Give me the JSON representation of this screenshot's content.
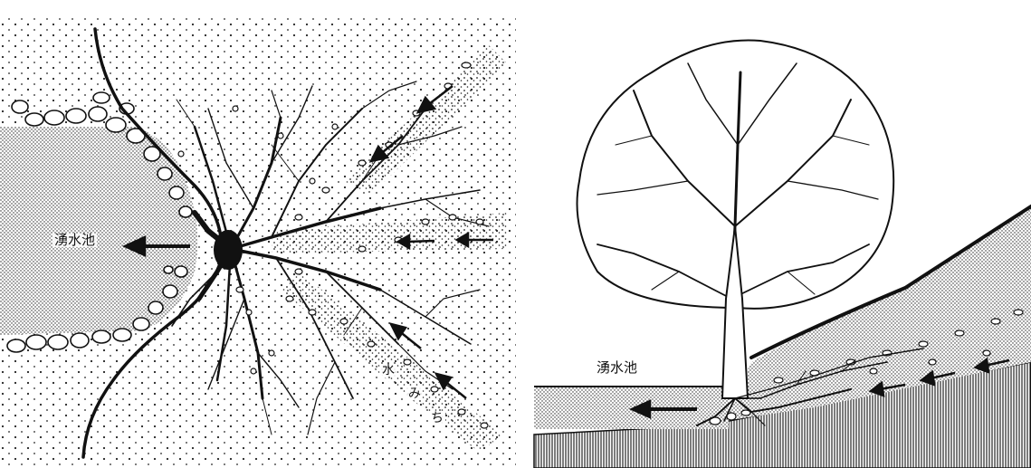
{
  "panel_plan": {
    "pond_label": "湧水池",
    "water_path_chars": [
      "水",
      "み",
      "ち"
    ]
  },
  "panel_section": {
    "pond_label": "湧水池"
  },
  "colors": {
    "ink": "#111111",
    "paper": "#ffffff"
  },
  "icons": [
    "arrow-left-icon",
    "tree-icon",
    "root-system-icon",
    "pebble-icon"
  ]
}
